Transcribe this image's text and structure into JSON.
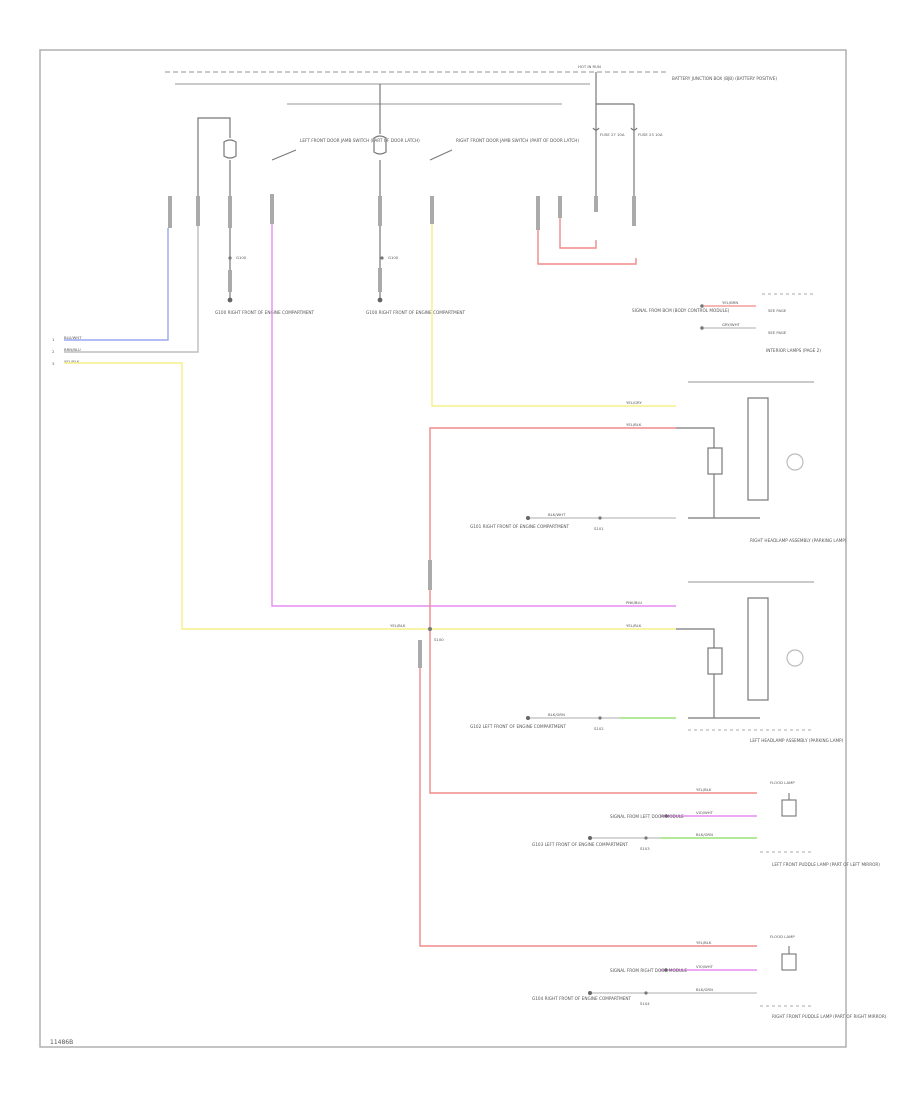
{
  "diagram": {
    "page_code": "11486B",
    "fuse_label": "HOT IN RUN",
    "battery_junction_label": "BATTERY JUNCTION BOX (BJB) (BATTERY POSITIVE)",
    "fuse_left": "FUSE 27 10A",
    "fuse_right": "FUSE 23 10A",
    "left_switch_label": "LEFT FRONT DOOR JAMB SWITCH (PART OF DOOR LATCH)",
    "right_switch_label": "RIGHT FRONT DOOR JAMB SWITCH (PART OF DOOR LATCH)",
    "ground_left_code": "G100",
    "ground_center_code": "G100",
    "ground_left_label": "G100 RIGHT FRONT OF ENGINE COMPARTMENT",
    "ground_center_label": "G100 RIGHT FRONT OF ENGINE COMPARTMENT",
    "connector_labels": [
      "1",
      "2",
      "3"
    ],
    "left_wire_labels": [
      "BLU/WHT",
      "BRN/BLU",
      "YEL/BLK"
    ],
    "bcm_signal_label": "SIGNAL FROM BCM (BODY CONTROL MODULE)",
    "bcm_wire_labels": [
      "YEL/BRN",
      "GRY/WHT"
    ],
    "bcm_refs": [
      "SEE PAGE",
      "SEE PAGE"
    ],
    "interior_lamps_label": "INTERIOR LAMPS (PAGE 2)",
    "right_lamp": {
      "wires": [
        "YEL/GRY",
        "YEL/BLK"
      ],
      "ground_wire": "BLK/WHT",
      "ground_code": "G101",
      "ground_label": "G101 RIGHT FRONT OF ENGINE COMPARTMENT",
      "splice_code": "S101",
      "label": "RIGHT HEADLAMP ASSEMBLY (PARKING LAMP)"
    },
    "left_lamp": {
      "wires": [
        "PNK/BLU",
        "YEL/BLK"
      ],
      "ground_wire": "BLK/GRN",
      "ground_code": "G102",
      "ground_label": "G102 LEFT FRONT OF ENGINE COMPARTMENT",
      "splice_code": "S102",
      "label": "LEFT HEADLAMP ASSEMBLY (PARKING LAMP)"
    },
    "splice_center": "S100",
    "trunk_wire_label": "YEL/BLK",
    "lf_puddle": {
      "wires": [
        "YEL/BLK",
        "VIO/WHT",
        "BLK/GRN"
      ],
      "signal_label": "SIGNAL FROM LEFT DOOR MODULE",
      "ground_code": "G103",
      "ground_label": "G103 LEFT FRONT OF ENGINE COMPARTMENT",
      "splice_code": "S103",
      "lamp_code": "FLOOD LAMP",
      "label": "LEFT FRONT PUDDLE LAMP (PART OF LEFT MIRROR)"
    },
    "rf_puddle": {
      "wires": [
        "YEL/BLK",
        "VIO/WHT",
        "BLK/GRN"
      ],
      "signal_label": "SIGNAL FROM RIGHT DOOR MODULE",
      "ground_code": "G104",
      "ground_label": "G104 RIGHT FRONT OF ENGINE COMPARTMENT",
      "splice_code": "S104",
      "lamp_code": "FLOOD LAMP",
      "label": "RIGHT FRONT PUDDLE LAMP (PART OF RIGHT MIRROR)"
    },
    "colors": {
      "yellow": "#f6f08a",
      "red": "#f08a8a",
      "blue": "#9aa6f0",
      "magenta": "#e68ef0",
      "green": "#9be07a",
      "dark": "#555555",
      "light": "#b5b5b5"
    }
  }
}
